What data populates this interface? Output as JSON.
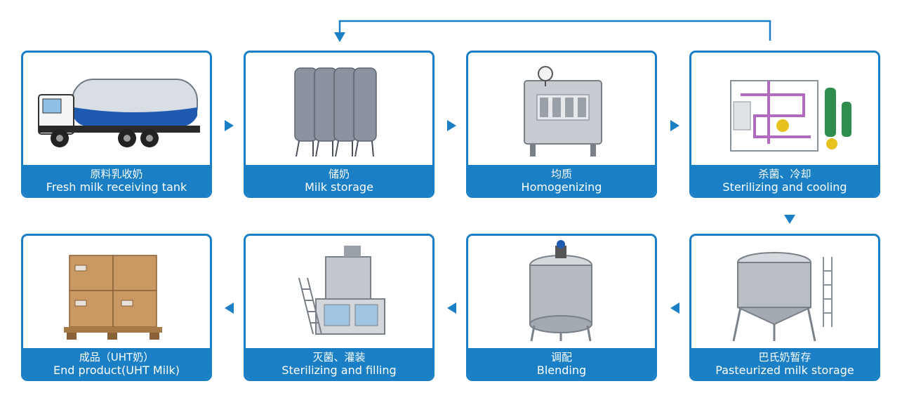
{
  "colors": {
    "accent": "#1a7fc4",
    "background": "#ffffff",
    "label_text": "#ffffff"
  },
  "steps": [
    {
      "cn": "原料乳收奶",
      "en": "Fresh milk receiving tank",
      "icon": "milk-tanker-truck-icon"
    },
    {
      "cn": "储奶",
      "en": "Milk storage",
      "icon": "storage-silos-icon"
    },
    {
      "cn": "均质",
      "en": "Homogenizing",
      "icon": "homogenizer-icon"
    },
    {
      "cn": "杀菌、冷却",
      "en": "Sterilizing and cooling",
      "icon": "sterilizer-cooling-unit-icon"
    },
    {
      "cn": "巴氏奶暂存",
      "en": "Pasteurized milk storage",
      "icon": "pasteurized-storage-tank-icon"
    },
    {
      "cn": "调配",
      "en": "Blending",
      "icon": "blending-tank-icon"
    },
    {
      "cn": "灭菌、灌装",
      "en": "Sterilizing and filling",
      "icon": "filling-machine-icon"
    },
    {
      "cn": "成品（UHT奶）",
      "en": "End product(UHT Milk)",
      "icon": "boxed-pallet-icon"
    }
  ]
}
